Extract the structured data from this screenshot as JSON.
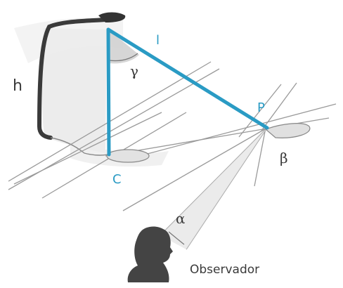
{
  "labels": {
    "h": "h",
    "l": "l",
    "gamma": "γ",
    "p": "P",
    "beta": "β",
    "c": "C",
    "alpha": "α",
    "observer": "Observador"
  },
  "colors": {
    "accent": "#2a9bc4",
    "ink": "#3a3a3a",
    "pencil": "#9a9a9a",
    "shadow": "#dedede"
  }
}
